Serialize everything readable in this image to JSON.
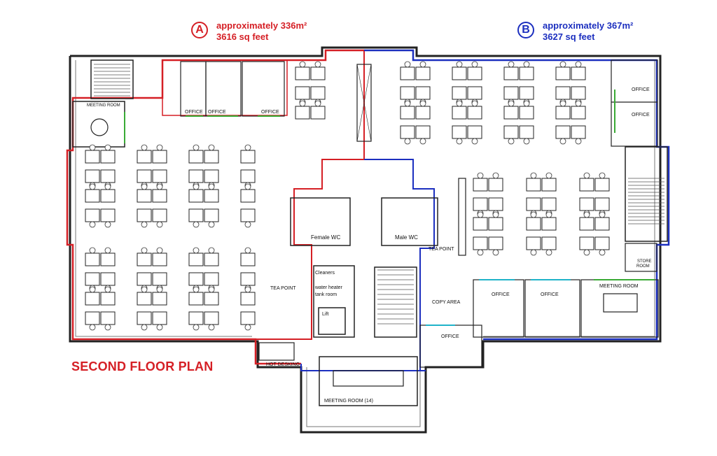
{
  "legend": {
    "a": {
      "badge": "A",
      "area_m2": "approximately 336m²",
      "area_sqft": "3616 sq feet",
      "color": "#d51f25"
    },
    "b": {
      "badge": "B",
      "area_m2": "approximately 367m²",
      "area_sqft": "3627 sq feet",
      "color": "#1c2fbf"
    }
  },
  "plan_title": "SECOND FLOOR PLAN",
  "rooms": {
    "meeting_room_nw": "MEETING ROOM",
    "office_1": "OFFICE",
    "office_2": "OFFICE",
    "office_3": "OFFICE",
    "office_ne_1": "OFFICE",
    "office_ne_2": "OFFICE",
    "female_wc": "Female WC",
    "male_wc": "Male WC",
    "tea_point_right": "TEA POINT",
    "tea_point_left": "TEA POINT",
    "cleaners": "Cleaners",
    "water_heater": "water heater",
    "tank_room": "tank room",
    "lift": "Lift",
    "copy_area": "COPY AREA",
    "office_s": "OFFICE",
    "store_room_1": "STORE",
    "store_room_2": "ROOM",
    "office_se_1": "OFFICE",
    "office_se_2": "OFFICE",
    "meeting_room_se": "MEETING ROOM",
    "hot_desking": "HOT DESKING",
    "meeting_room_14": "MEETING ROOM (14)"
  },
  "colors": {
    "zone_a": "#d51f25",
    "zone_b": "#1c2fbf",
    "wall": "#222222",
    "glass": "#3aaa35",
    "glass_cyan": "#1fb3c9"
  }
}
